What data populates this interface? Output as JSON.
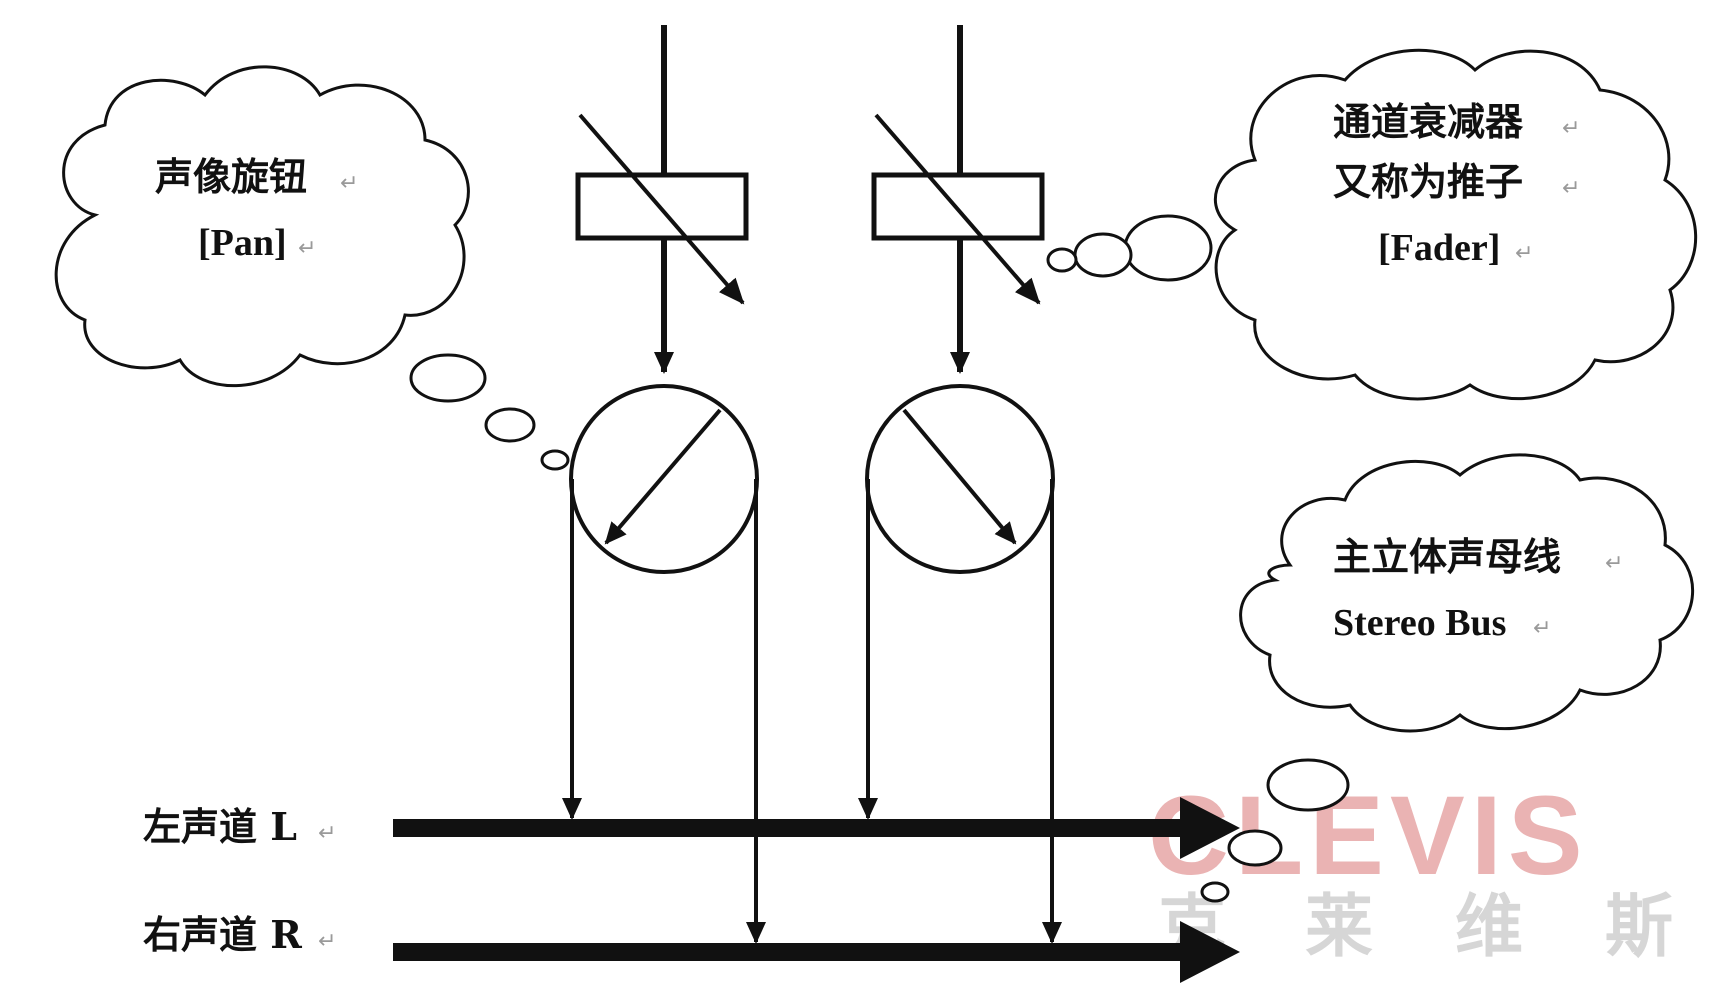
{
  "bubbles": {
    "pan": {
      "line1": "声像旋钮",
      "line2": "[Pan]"
    },
    "fader": {
      "line1": "通道衰减器",
      "line2": "又称为推子",
      "line3": "[Fader]"
    },
    "bus": {
      "line1": "主立体声母线",
      "line2": "Stereo Bus"
    }
  },
  "channels": {
    "left": "左声道 L",
    "right": "右声道 R"
  },
  "paragraph_mark": "↵",
  "watermark": {
    "latin": "CLEVIS",
    "cjk": [
      "克",
      "莱",
      "维",
      "斯"
    ],
    "color": "#e9a9a9"
  },
  "colors": {
    "ink": "#111111",
    "paper": "#ffffff"
  },
  "icons": [
    "cloud-bubble",
    "variable-resistor",
    "pan-pot",
    "arrow"
  ]
}
